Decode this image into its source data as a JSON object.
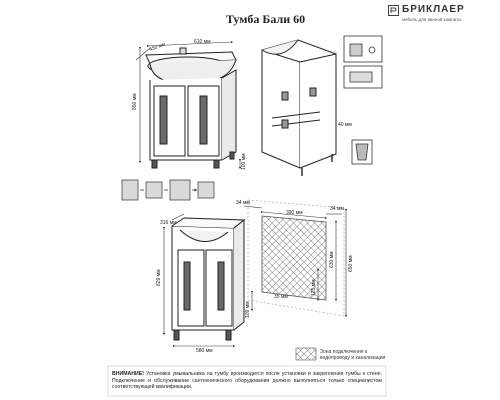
{
  "title": "Тумба Бали 60",
  "brand": {
    "name": "БРИКЛАЕР",
    "tagline": "мебель для ванной комнаты"
  },
  "dimensions": {
    "depth": "450 мм",
    "width": "610 мм",
    "height": "850 мм",
    "leg": "100 мм",
    "gap": "40 мм",
    "inner_depth": "316 мм",
    "body_height": "829 мм",
    "bottom_width": "580 мм",
    "side_offset_left": "34 мм",
    "side_offset_right": "34 мм",
    "zone_width": "390 мм",
    "zone_height_total": "650 мм",
    "zone_height_inner": "630 мм",
    "zone_lower": "125 мм",
    "zone_bottom": "109 мм",
    "zone_base": "35 мм"
  },
  "legend": {
    "line1": "Зона подключения к",
    "line2": "водопроводу и канализации"
  },
  "warning": {
    "lead": "ВНИМАНИЕ!",
    "body": " Установка умывальника на тумбу производится после установки и закрепления тумбы к стене. Подключение и обслуживание сантехнического оборудования должно выполняться только специалистом соответствующей квалификации."
  }
}
